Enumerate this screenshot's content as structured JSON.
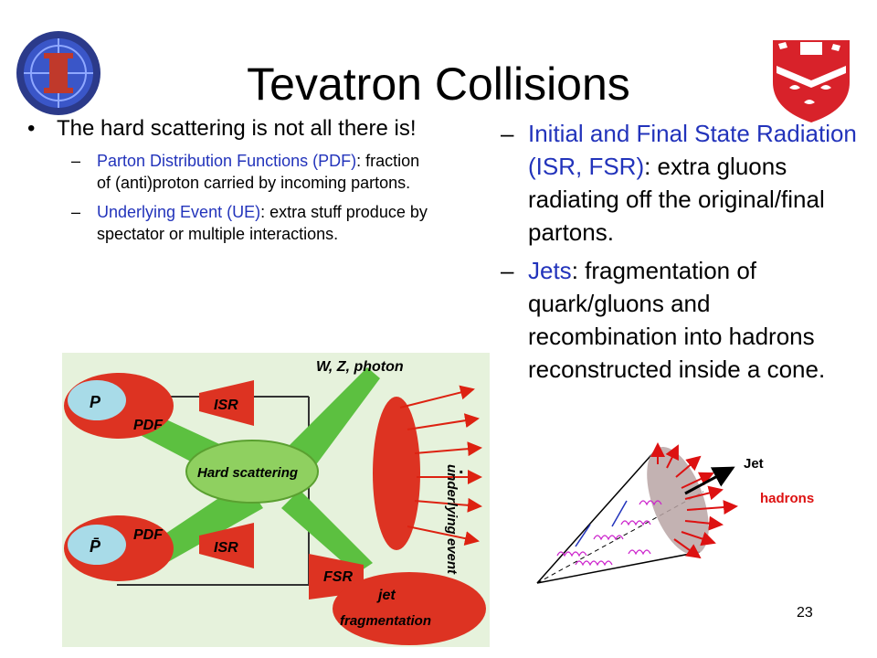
{
  "slide": {
    "title": "Tevatron Collisions",
    "page_number": "23"
  },
  "left": {
    "bullet": "•",
    "main": "The hard scattering is not all there is!",
    "subs": [
      {
        "dash": "–",
        "term": "Parton Distribution Functions (PDF)",
        "rest": ": fraction of (anti)proton carried by incoming partons."
      },
      {
        "dash": "–",
        "term": "Underlying Event (UE)",
        "rest": ": extra stuff produce by spectator or multiple interactions."
      }
    ]
  },
  "right": {
    "items": [
      {
        "dash": "–",
        "term": "Initial and Final State Radiation (ISR, FSR)",
        "rest": ": extra gluons radiating off the original/final partons."
      },
      {
        "dash": "–",
        "term": "Jets",
        "rest": ": fragmentation of quark/gluons and recombination into hadrons reconstructed inside a cone."
      }
    ]
  },
  "diagram": {
    "p_label": "P",
    "pbar_label": "P̄",
    "pdf_label": "PDF",
    "isr_label": "ISR",
    "fsr_label": "FSR",
    "hard_label": "Hard scattering",
    "wz_label": "W, Z, photon",
    "ue_label": "underlying event",
    "jet_label": "jet",
    "frag_label": "fragmentation",
    "dot": "."
  },
  "jet_figure": {
    "jet_label": "Jet",
    "hadrons_label": "hadrons"
  },
  "colors": {
    "blue_text": "#2233bb",
    "red_blob": "#dd3322",
    "green": "#5cc040",
    "diagram_bg": "#e6f2dc"
  }
}
